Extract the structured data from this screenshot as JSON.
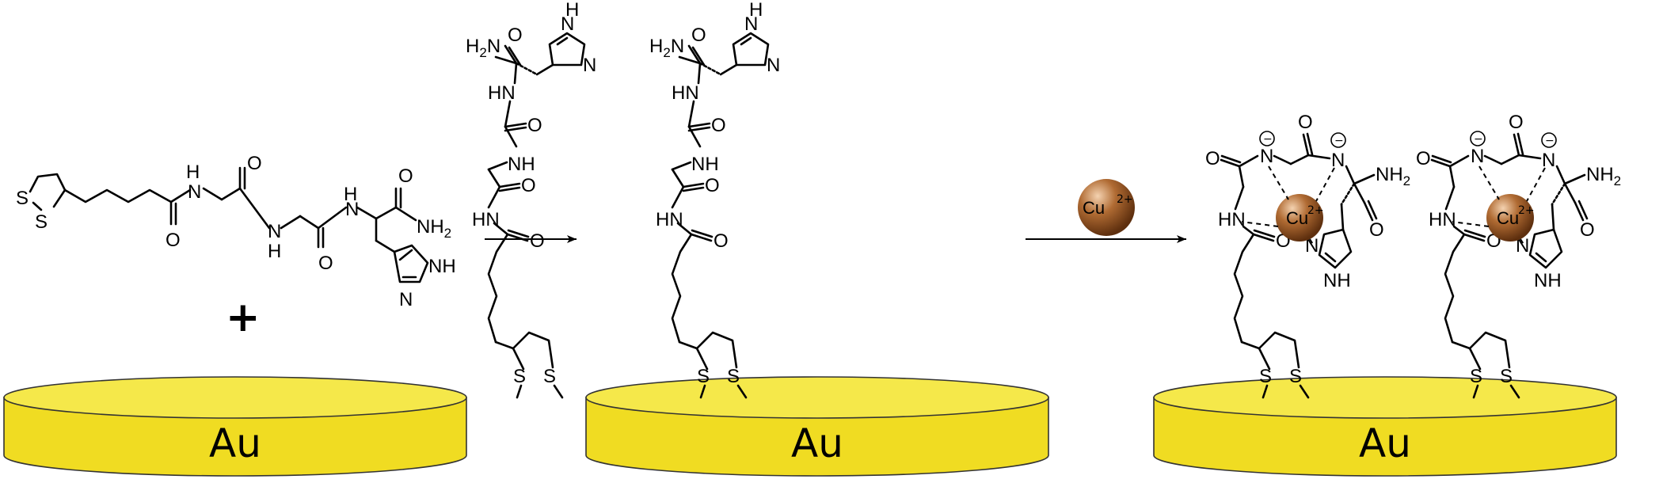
{
  "substrate": {
    "label": "Au",
    "color_top": "#f5e84a",
    "color_side": "#f0dc22",
    "edge": "#333333"
  },
  "metal_ion": {
    "symbol": "Cu",
    "charge": "2+",
    "color": "#8a4d1e"
  },
  "reagent_plus": "+",
  "atoms": {
    "S": "S",
    "HN": "HN",
    "NH": "NH",
    "N": "N",
    "H": "H",
    "O": "O",
    "NH2_amide": "NH",
    "subscript2": "2",
    "H2N_amide": "H",
    "minus": "−"
  }
}
